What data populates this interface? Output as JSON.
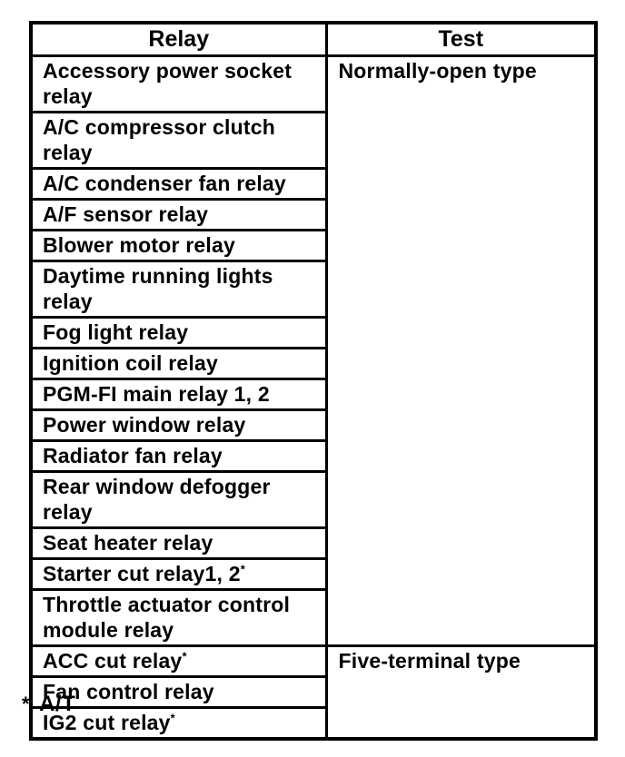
{
  "table": {
    "header": {
      "relay": "Relay",
      "test": "Test"
    },
    "groups": [
      {
        "test_label": "Normally-open type",
        "rows": [
          {
            "relay": "Accessory power socket relay"
          },
          {
            "relay": "A/C compressor clutch relay"
          },
          {
            "relay": "A/C condenser fan relay"
          },
          {
            "relay": "A/F sensor relay"
          },
          {
            "relay": "Blower motor relay"
          },
          {
            "relay": "Daytime running lights relay"
          },
          {
            "relay": "Fog light relay"
          },
          {
            "relay": "Ignition coil relay"
          },
          {
            "relay": "PGM-FI main relay 1, 2"
          },
          {
            "relay": "Power window relay"
          },
          {
            "relay": "Radiator fan relay"
          },
          {
            "relay": "Rear window defogger relay"
          },
          {
            "relay": "Seat heater relay"
          },
          {
            "relay": "Starter cut relay1, 2",
            "sup": "*"
          },
          {
            "relay": "Throttle actuator control module relay"
          }
        ]
      },
      {
        "test_label": "Five-terminal type",
        "rows": [
          {
            "relay": "ACC cut relay",
            "sup": "*"
          },
          {
            "relay": "Fan control relay"
          },
          {
            "relay": "IG2 cut relay",
            "sup": "*"
          }
        ]
      }
    ]
  },
  "footnote": {
    "marker": "*",
    "text": "A/T"
  }
}
